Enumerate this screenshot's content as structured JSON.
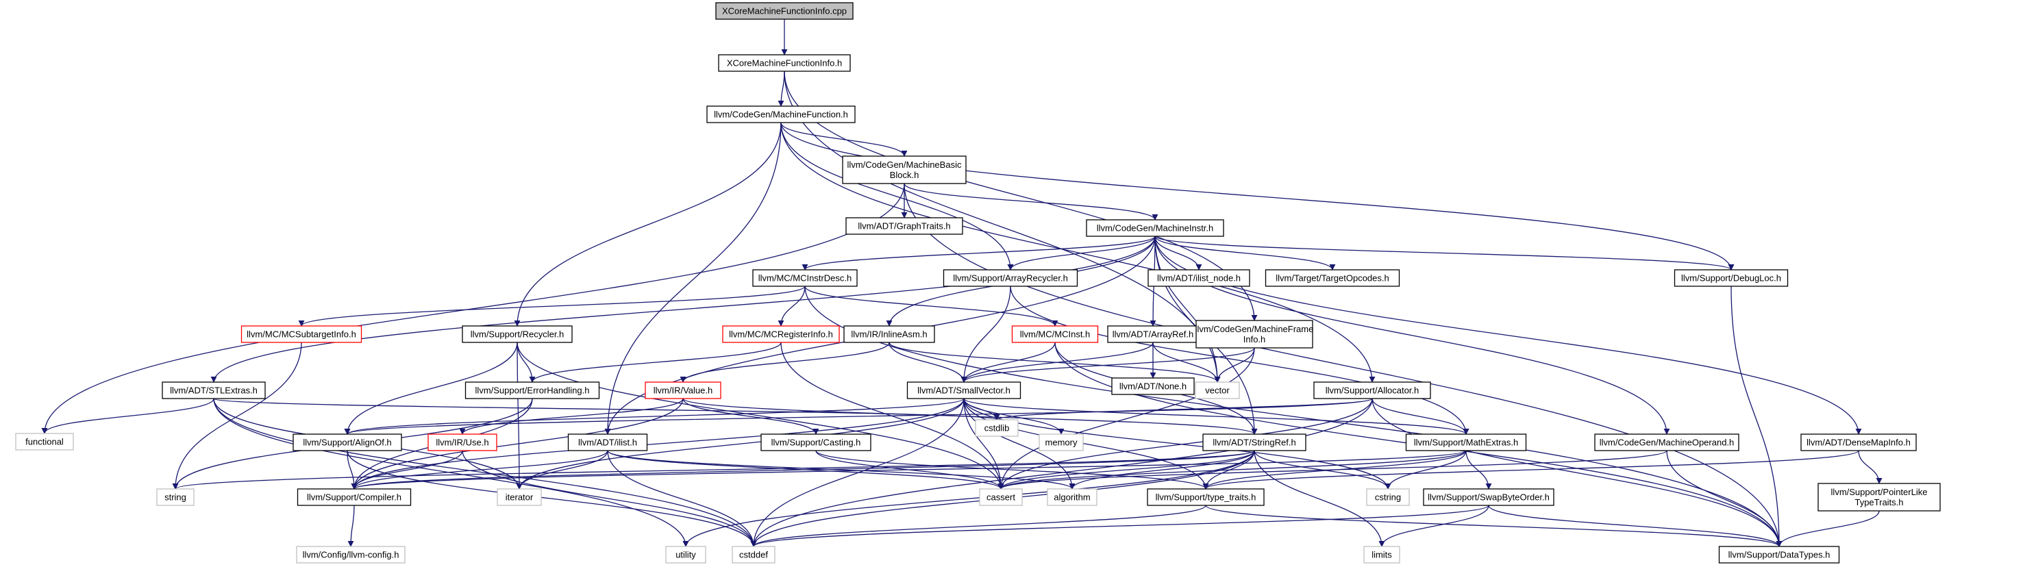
{
  "colors": {
    "edge": "#191970",
    "root_fill": "#bfbfbf",
    "normal_border": "#000000",
    "linked_border": "#ff0000",
    "system_border": "#bfbfbf",
    "system_text": "#555555"
  },
  "nodes": [
    {
      "id": "root",
      "lines": [
        "XCoreMachineFunctionInfo.cpp"
      ],
      "style": "root"
    },
    {
      "id": "xcore_h",
      "lines": [
        "XCoreMachineFunctionInfo.h"
      ],
      "style": "normal"
    },
    {
      "id": "mf",
      "lines": [
        "llvm/CodeGen/MachineFunction.h"
      ],
      "style": "normal"
    },
    {
      "id": "mbb",
      "lines": [
        "llvm/CodeGen/MachineBasic",
        "Block.h"
      ],
      "style": "normal"
    },
    {
      "id": "graphtraits",
      "lines": [
        "llvm/ADT/GraphTraits.h"
      ],
      "style": "normal"
    },
    {
      "id": "minstr",
      "lines": [
        "llvm/CodeGen/MachineInstr.h"
      ],
      "style": "normal"
    },
    {
      "id": "mcinstrdesc",
      "lines": [
        "llvm/MC/MCInstrDesc.h"
      ],
      "style": "normal"
    },
    {
      "id": "arrayrecycler",
      "lines": [
        "llvm/Support/ArrayRecycler.h"
      ],
      "style": "normal"
    },
    {
      "id": "ilist_node",
      "lines": [
        "llvm/ADT/ilist_node.h"
      ],
      "style": "normal"
    },
    {
      "id": "targetopcodes",
      "lines": [
        "llvm/Target/TargetOpcodes.h"
      ],
      "style": "normal"
    },
    {
      "id": "debugloc",
      "lines": [
        "llvm/Support/DebugLoc.h"
      ],
      "style": "normal"
    },
    {
      "id": "mcsubtarget",
      "lines": [
        "llvm/MC/MCSubtargetInfo.h"
      ],
      "style": "linked"
    },
    {
      "id": "recycler",
      "lines": [
        "llvm/Support/Recycler.h"
      ],
      "style": "normal"
    },
    {
      "id": "mcreginfo",
      "lines": [
        "llvm/MC/MCRegisterInfo.h"
      ],
      "style": "linked"
    },
    {
      "id": "inlineasm",
      "lines": [
        "llvm/IR/InlineAsm.h"
      ],
      "style": "normal"
    },
    {
      "id": "mcinst",
      "lines": [
        "llvm/MC/MCInst.h"
      ],
      "style": "linked"
    },
    {
      "id": "arrayref",
      "lines": [
        "llvm/ADT/ArrayRef.h"
      ],
      "style": "normal"
    },
    {
      "id": "mframeinfo",
      "lines": [
        "llvm/CodeGen/MachineFrame",
        "Info.h"
      ],
      "style": "normal"
    },
    {
      "id": "stlextras",
      "lines": [
        "llvm/ADT/STLExtras.h"
      ],
      "style": "normal"
    },
    {
      "id": "errorhandling",
      "lines": [
        "llvm/Support/ErrorHandling.h"
      ],
      "style": "normal"
    },
    {
      "id": "irvalue",
      "lines": [
        "llvm/IR/Value.h"
      ],
      "style": "linked"
    },
    {
      "id": "smallvector",
      "lines": [
        "llvm/ADT/SmallVector.h"
      ],
      "style": "normal"
    },
    {
      "id": "none",
      "lines": [
        "llvm/ADT/None.h"
      ],
      "style": "normal"
    },
    {
      "id": "vector",
      "lines": [
        "vector"
      ],
      "style": "system"
    },
    {
      "id": "allocator",
      "lines": [
        "llvm/Support/Allocator.h"
      ],
      "style": "normal"
    },
    {
      "id": "functional",
      "lines": [
        "functional"
      ],
      "style": "system"
    },
    {
      "id": "alignof",
      "lines": [
        "llvm/Support/AlignOf.h"
      ],
      "style": "normal"
    },
    {
      "id": "iruse",
      "lines": [
        "llvm/IR/Use.h"
      ],
      "style": "linked"
    },
    {
      "id": "ilist",
      "lines": [
        "llvm/ADT/ilist.h"
      ],
      "style": "normal"
    },
    {
      "id": "casting",
      "lines": [
        "llvm/Support/Casting.h"
      ],
      "style": "normal"
    },
    {
      "id": "cstdlib",
      "lines": [
        "cstdlib"
      ],
      "style": "system"
    },
    {
      "id": "memory",
      "lines": [
        "memory"
      ],
      "style": "system"
    },
    {
      "id": "stringref",
      "lines": [
        "llvm/ADT/StringRef.h"
      ],
      "style": "normal"
    },
    {
      "id": "mathextras",
      "lines": [
        "llvm/Support/MathExtras.h"
      ],
      "style": "normal"
    },
    {
      "id": "moperand",
      "lines": [
        "llvm/CodeGen/MachineOperand.h"
      ],
      "style": "normal"
    },
    {
      "id": "densemapinfo",
      "lines": [
        "llvm/ADT/DenseMapInfo.h"
      ],
      "style": "normal"
    },
    {
      "id": "string",
      "lines": [
        "string"
      ],
      "style": "system"
    },
    {
      "id": "compiler",
      "lines": [
        "llvm/Support/Compiler.h"
      ],
      "style": "normal"
    },
    {
      "id": "iterator",
      "lines": [
        "iterator"
      ],
      "style": "system"
    },
    {
      "id": "cassert",
      "lines": [
        "cassert"
      ],
      "style": "system"
    },
    {
      "id": "algorithm",
      "lines": [
        "algorithm"
      ],
      "style": "system"
    },
    {
      "id": "typetraits",
      "lines": [
        "llvm/Support/type_traits.h"
      ],
      "style": "normal"
    },
    {
      "id": "cstring",
      "lines": [
        "cstring"
      ],
      "style": "system"
    },
    {
      "id": "swapbyteorder",
      "lines": [
        "llvm/Support/SwapByteOrder.h"
      ],
      "style": "normal"
    },
    {
      "id": "pointerlike",
      "lines": [
        "llvm/Support/PointerLike",
        "TypeTraits.h"
      ],
      "style": "normal"
    },
    {
      "id": "llvmconfig",
      "lines": [
        "llvm/Config/llvm-config.h"
      ],
      "style": "system"
    },
    {
      "id": "utility",
      "lines": [
        "utility"
      ],
      "style": "system"
    },
    {
      "id": "cstddef",
      "lines": [
        "cstddef"
      ],
      "style": "system"
    },
    {
      "id": "limits",
      "lines": [
        "limits"
      ],
      "style": "system"
    },
    {
      "id": "datatypes",
      "lines": [
        "llvm/Support/DataTypes.h"
      ],
      "style": "normal"
    }
  ],
  "edges": [
    [
      "root",
      "xcore_h"
    ],
    [
      "xcore_h",
      "mf"
    ],
    [
      "xcore_h",
      "mframeinfo"
    ],
    [
      "xcore_h",
      "vector"
    ],
    [
      "mf",
      "mbb"
    ],
    [
      "mf",
      "ilist"
    ],
    [
      "mf",
      "recycler"
    ],
    [
      "mf",
      "arrayrecycler"
    ],
    [
      "mf",
      "allocator"
    ],
    [
      "mf",
      "debugloc"
    ],
    [
      "mbb",
      "graphtraits"
    ],
    [
      "mbb",
      "minstr"
    ],
    [
      "mbb",
      "functional"
    ],
    [
      "mbb",
      "datatypes"
    ],
    [
      "minstr",
      "mcinstrdesc"
    ],
    [
      "minstr",
      "arrayrecycler"
    ],
    [
      "minstr",
      "ilist_node"
    ],
    [
      "minstr",
      "targetopcodes"
    ],
    [
      "minstr",
      "debugloc"
    ],
    [
      "minstr",
      "inlineasm"
    ],
    [
      "minstr",
      "arrayref"
    ],
    [
      "minstr",
      "stlextras"
    ],
    [
      "minstr",
      "ilist"
    ],
    [
      "minstr",
      "stringref"
    ],
    [
      "minstr",
      "moperand"
    ],
    [
      "minstr",
      "densemapinfo"
    ],
    [
      "minstr",
      "vector"
    ],
    [
      "mcinstrdesc",
      "mcsubtarget"
    ],
    [
      "mcinstrdesc",
      "mcreginfo"
    ],
    [
      "mcinstrdesc",
      "mcinst"
    ],
    [
      "mcinstrdesc",
      "datatypes"
    ],
    [
      "arrayrecycler",
      "smallvector"
    ],
    [
      "arrayrecycler",
      "mathextras"
    ],
    [
      "debugloc",
      "datatypes"
    ],
    [
      "mcsubtarget",
      "string"
    ],
    [
      "recycler",
      "alignof"
    ],
    [
      "recycler",
      "errorhandling"
    ],
    [
      "recycler",
      "cassert"
    ],
    [
      "recycler",
      "iterator"
    ],
    [
      "mcreginfo",
      "errorhandling"
    ],
    [
      "mcreginfo",
      "cassert"
    ],
    [
      "inlineasm",
      "irvalue"
    ],
    [
      "inlineasm",
      "vector"
    ],
    [
      "inlineasm",
      "smallvector"
    ],
    [
      "mcinst",
      "smallvector"
    ],
    [
      "mcinst",
      "stringref"
    ],
    [
      "mcinst",
      "datatypes"
    ],
    [
      "arrayref",
      "none"
    ],
    [
      "arrayref",
      "smallvector"
    ],
    [
      "arrayref",
      "vector"
    ],
    [
      "mframeinfo",
      "smallvector"
    ],
    [
      "mframeinfo",
      "vector"
    ],
    [
      "mframeinfo",
      "cassert"
    ],
    [
      "stlextras",
      "functional"
    ],
    [
      "stlextras",
      "cstdlib"
    ],
    [
      "stlextras",
      "cstddef"
    ],
    [
      "stlextras",
      "utility"
    ],
    [
      "stlextras",
      "iterator"
    ],
    [
      "errorhandling",
      "compiler"
    ],
    [
      "errorhandling",
      "string"
    ],
    [
      "irvalue",
      "iruse"
    ],
    [
      "irvalue",
      "casting"
    ],
    [
      "irvalue",
      "compiler"
    ],
    [
      "irvalue",
      "stringref"
    ],
    [
      "smallvector",
      "alignof"
    ],
    [
      "smallvector",
      "compiler"
    ],
    [
      "smallvector",
      "mathextras"
    ],
    [
      "smallvector",
      "typetraits"
    ],
    [
      "smallvector",
      "algorithm"
    ],
    [
      "smallvector",
      "cassert"
    ],
    [
      "smallvector",
      "cstddef"
    ],
    [
      "smallvector",
      "cstdlib"
    ],
    [
      "smallvector",
      "cstring"
    ],
    [
      "smallvector",
      "iterator"
    ],
    [
      "smallvector",
      "memory"
    ],
    [
      "allocator",
      "alignof"
    ],
    [
      "allocator",
      "datatypes"
    ],
    [
      "allocator",
      "mathextras"
    ],
    [
      "allocator",
      "cassert"
    ],
    [
      "allocator",
      "cstddef"
    ],
    [
      "allocator",
      "cstdlib"
    ],
    [
      "alignof",
      "compiler"
    ],
    [
      "alignof",
      "cstddef"
    ],
    [
      "iruse",
      "compiler"
    ],
    [
      "iruse",
      "cstddef"
    ],
    [
      "ilist",
      "compiler"
    ],
    [
      "ilist",
      "algorithm"
    ],
    [
      "ilist",
      "cassert"
    ],
    [
      "ilist",
      "cstddef"
    ],
    [
      "ilist",
      "iterator"
    ],
    [
      "casting",
      "typetraits"
    ],
    [
      "casting",
      "cassert"
    ],
    [
      "stringref",
      "compiler"
    ],
    [
      "stringref",
      "typetraits"
    ],
    [
      "stringref",
      "algorithm"
    ],
    [
      "stringref",
      "cassert"
    ],
    [
      "stringref",
      "cstring"
    ],
    [
      "stringref",
      "limits"
    ],
    [
      "stringref",
      "string"
    ],
    [
      "stringref",
      "utility"
    ],
    [
      "stringref",
      "cstddef"
    ],
    [
      "mathextras",
      "compiler"
    ],
    [
      "mathextras",
      "swapbyteorder"
    ],
    [
      "mathextras",
      "typetraits"
    ],
    [
      "mathextras",
      "cassert"
    ],
    [
      "mathextras",
      "cstring"
    ],
    [
      "moperand",
      "datatypes"
    ],
    [
      "moperand",
      "cassert"
    ],
    [
      "densemapinfo",
      "pointerlike"
    ],
    [
      "densemapinfo",
      "typetraits"
    ],
    [
      "compiler",
      "llvmconfig"
    ],
    [
      "typetraits",
      "datatypes"
    ],
    [
      "typetraits",
      "cstddef"
    ],
    [
      "swapbyteorder",
      "datatypes"
    ],
    [
      "swapbyteorder",
      "cstddef"
    ],
    [
      "swapbyteorder",
      "limits"
    ],
    [
      "pointerlike",
      "datatypes"
    ]
  ]
}
